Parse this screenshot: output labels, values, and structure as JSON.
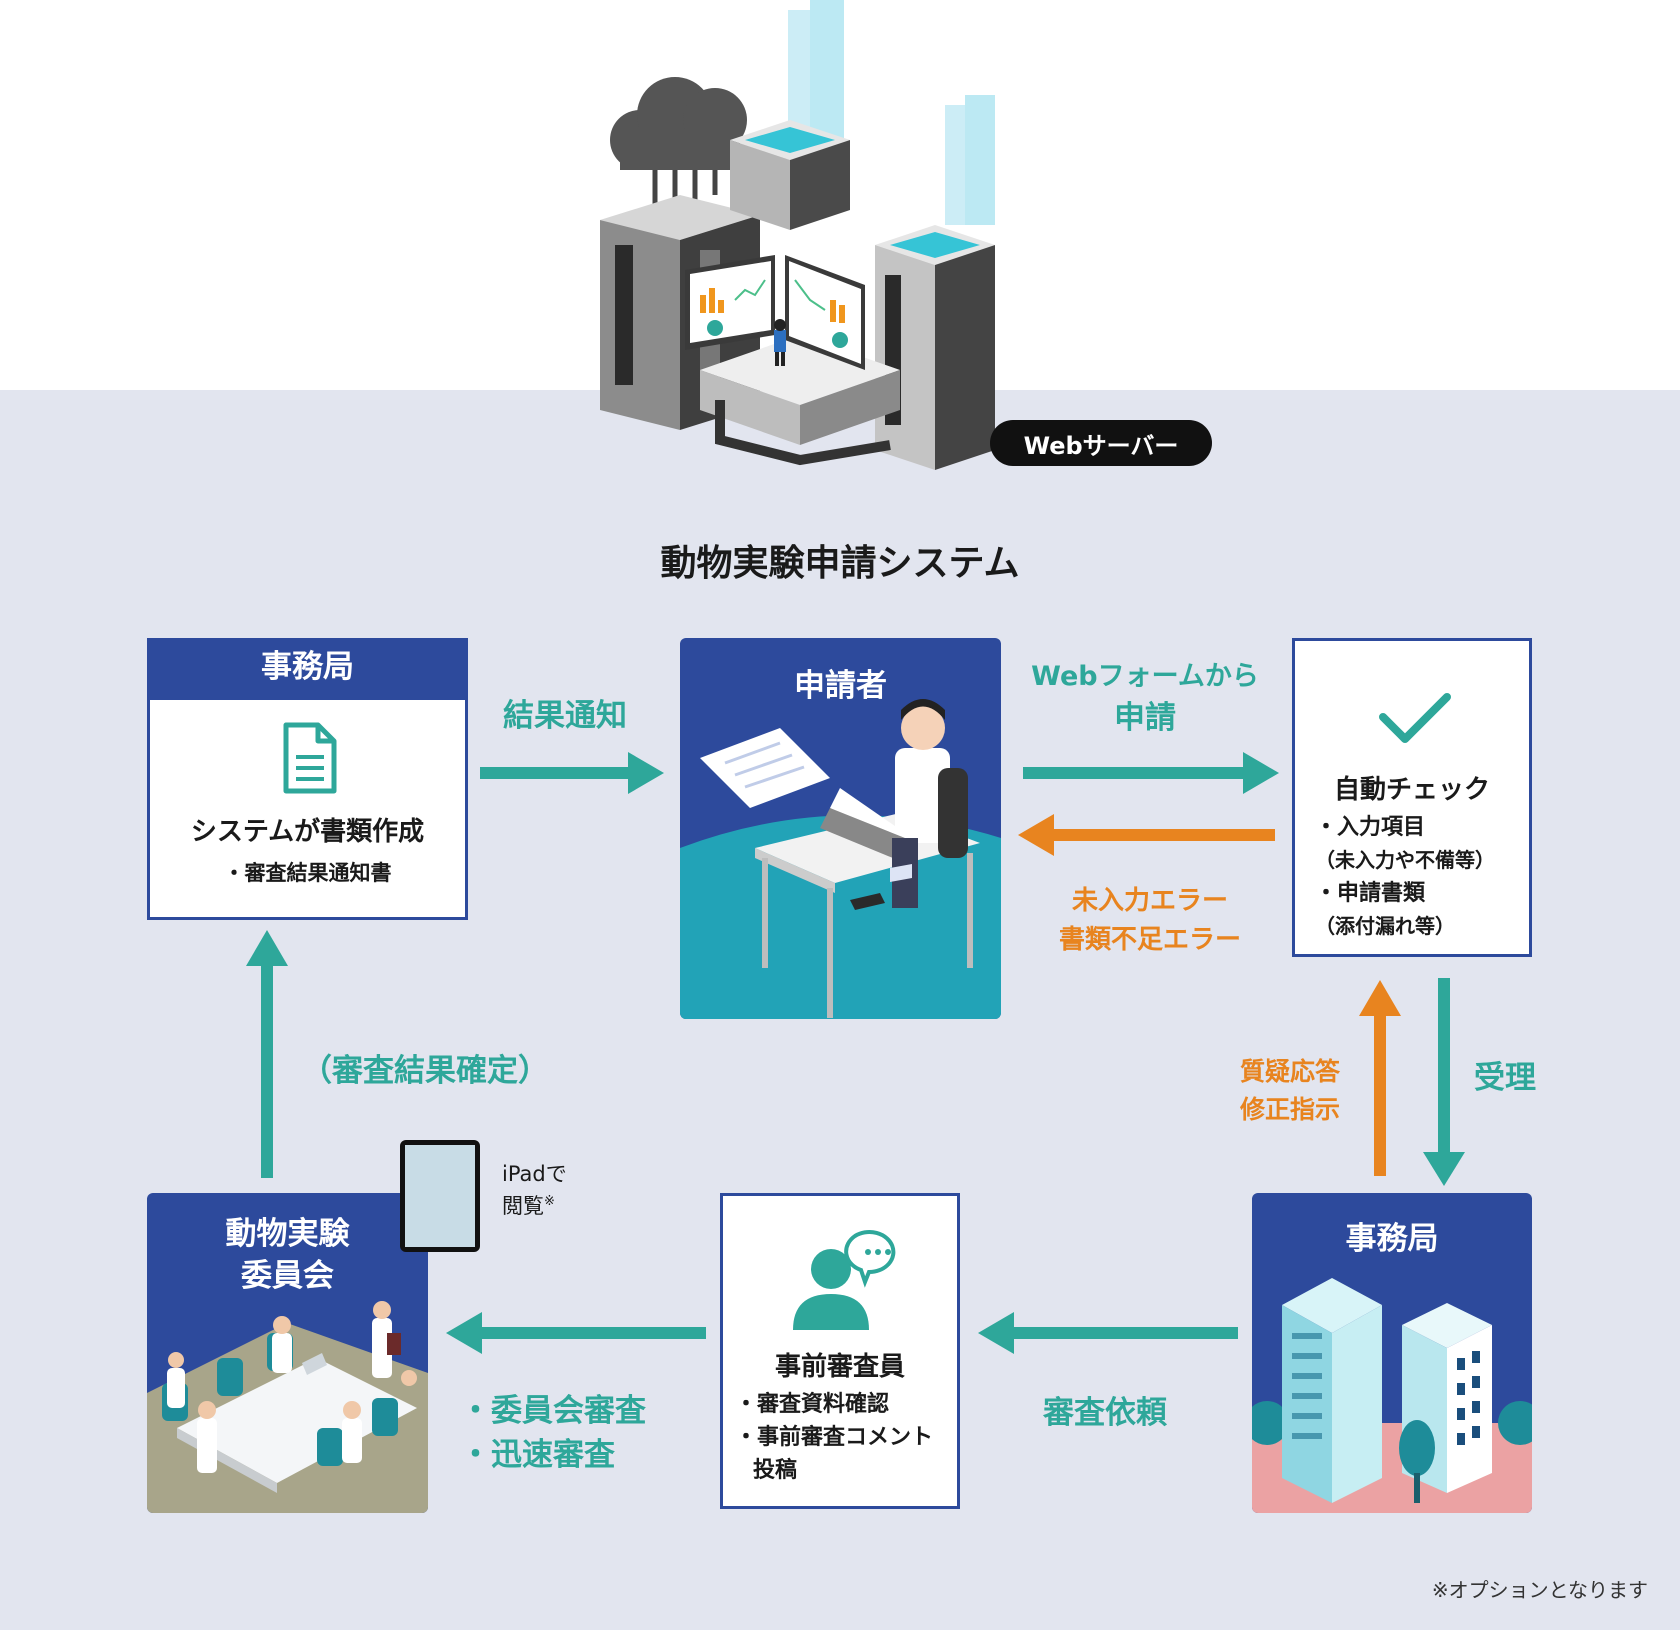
{
  "server": {
    "label": "Webサーバー"
  },
  "title": "動物実験申請システム",
  "box_office_top": {
    "header": "事務局",
    "heading": "システムが書類作成",
    "items": [
      "・審査結果通知書"
    ]
  },
  "box_applicant": {
    "header": "申請者"
  },
  "box_check": {
    "heading": "自動チェック",
    "items": [
      "・入力項目",
      "（未入力や不備等）",
      "・申請書類",
      "（添付漏れ等）"
    ]
  },
  "box_office_bottom": {
    "header": "事務局"
  },
  "box_reviewer": {
    "heading": "事前審査員",
    "items": [
      "・審査資料確認",
      "・事前審査コメント",
      "投稿"
    ]
  },
  "box_committee": {
    "header_line1": "動物実験",
    "header_line2": "委員会"
  },
  "labels": {
    "result_notice": "結果通知",
    "web_form_line1": "Webフォームから",
    "web_form_line2": "申請",
    "error_line1": "未入力エラー",
    "error_line2": "書類不足エラー",
    "review_confirmed": "（審査結果確定）",
    "qa_line1": "質疑応答",
    "qa_line2": "修正指示",
    "accept": "受理",
    "review_request": "審査依頼",
    "committee_review_line1": "・委員会審査",
    "committee_review_line2": "・迅速審査",
    "ipad_line1": "iPadで",
    "ipad_line2": "閲覧",
    "ipad_mark": "※",
    "footnote": "※オプションとなります"
  },
  "colors": {
    "navy": "#2d4a9c",
    "teal": "#2ea79a",
    "orange": "#e8841f",
    "background": "#e2e5ef"
  }
}
